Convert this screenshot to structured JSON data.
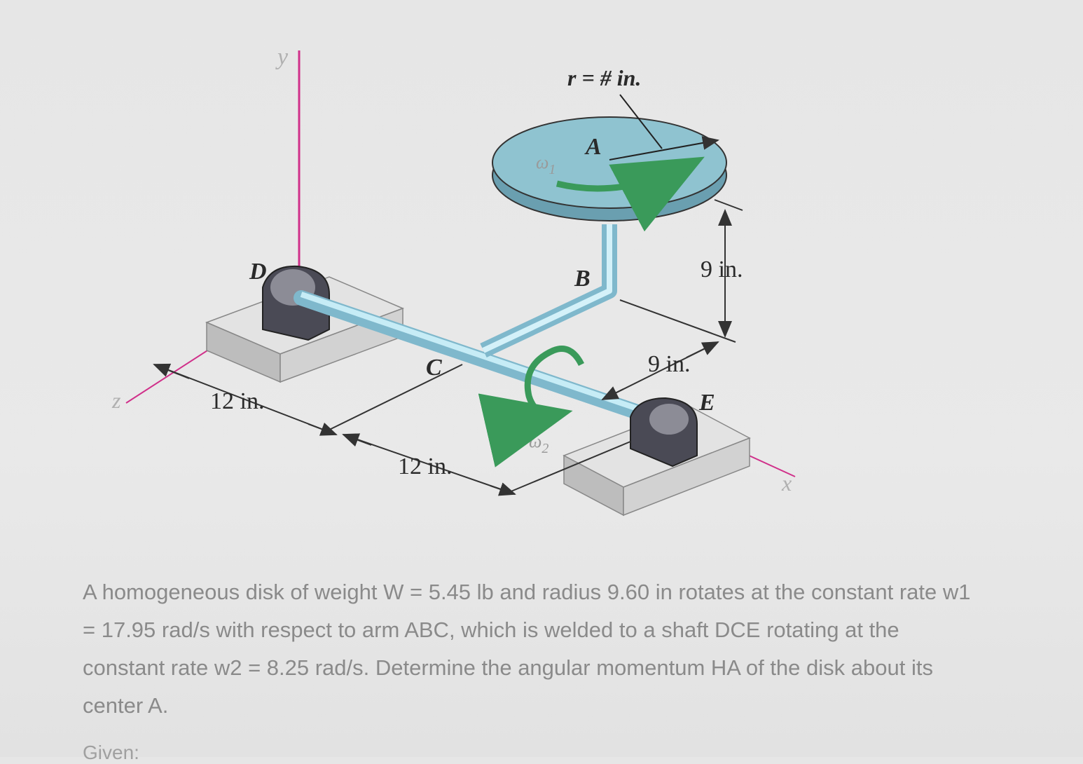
{
  "diagram": {
    "axes": {
      "x": "x",
      "y": "y",
      "z": "z"
    },
    "points": {
      "A": "A",
      "B": "B",
      "C": "C",
      "D": "D",
      "E": "E"
    },
    "omega1": "ω",
    "omega1_sub": "1",
    "omega2": "ω",
    "omega2_sub": "2",
    "radius_label": "r = # in.",
    "dimensions": {
      "height_right": "9 in.",
      "offset_E": "9 in.",
      "z_span": "12 in.",
      "shaft_span": "12 in."
    },
    "colors": {
      "disk": "#8fc3d0",
      "shaft": "#a9d7e6",
      "bearing": "#4a4a55",
      "base": "#cfcfcf",
      "rotation_arrow": "#3a9a5a",
      "axis": "#d0308a"
    }
  },
  "problem_text": "A homogeneous disk of weight W = 5.45 lb and radius 9.60 in rotates at the constant rate w1 = 17.95 rad/s with respect to arm ABC, which is welded to a shaft DCE rotating at the constant rate w2 = 8.25 rad/s. Determine the angular momentum HA of the disk about its center A.",
  "given_label": "Given:"
}
